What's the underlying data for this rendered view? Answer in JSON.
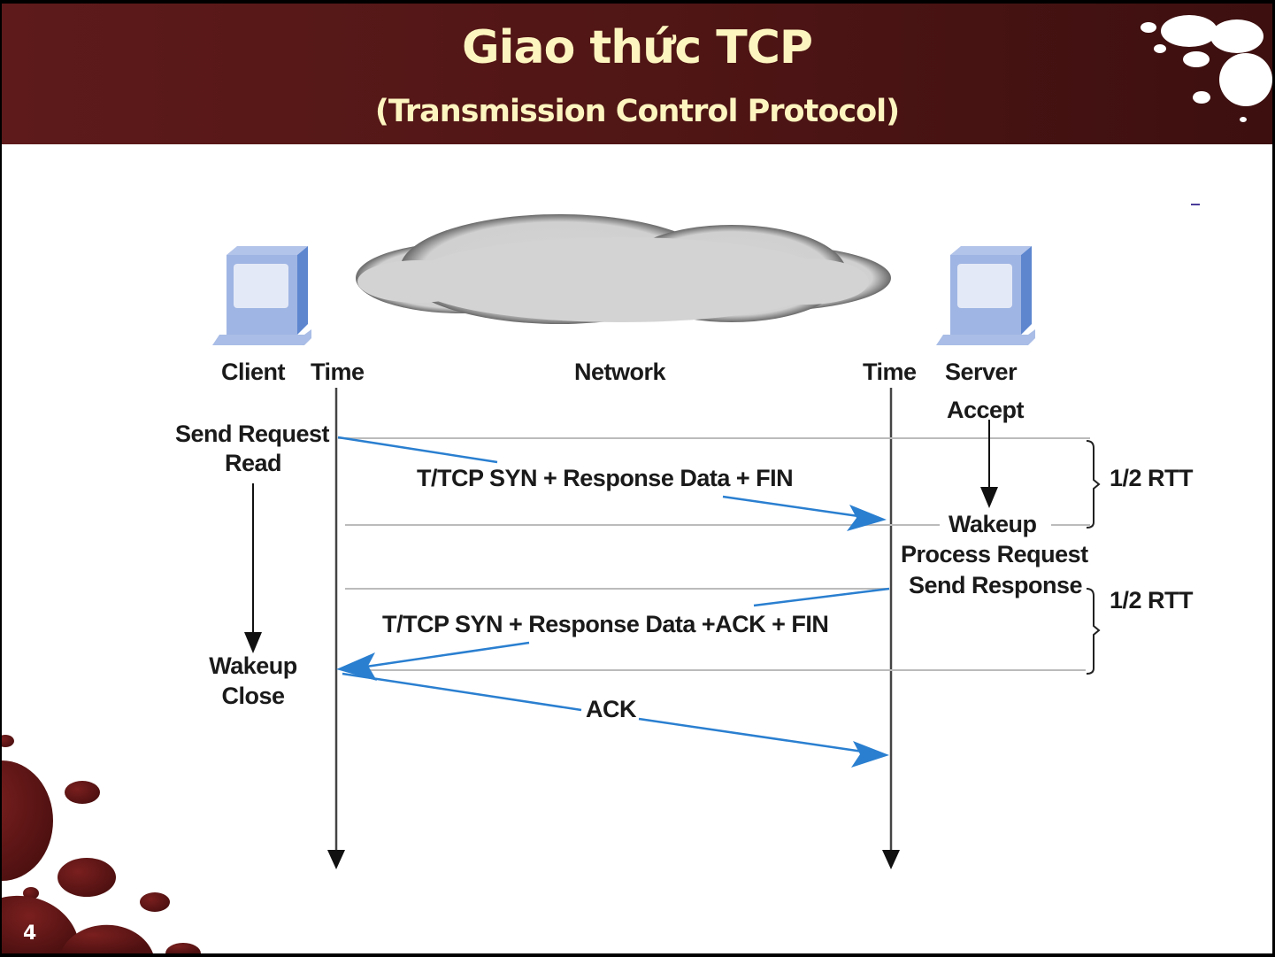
{
  "slide": {
    "title": "Giao thức TCP",
    "subtitle": "(Transmission Control Protocol)",
    "page_number": "4"
  },
  "colors": {
    "header_bg": "#5e1a1a",
    "title_text": "#fdf5c0",
    "arrow_blue": "#2a7fd0",
    "computer_blue": "#9fb5e3"
  },
  "diagram": {
    "client_label": "Client",
    "client_time_label": "Time",
    "network_label": "Network",
    "server_time_label": "Time",
    "server_label": "Server",
    "client_events": {
      "send_request": "Send Request",
      "read": "Read",
      "wakeup": "Wakeup",
      "close": "Close"
    },
    "server_events": {
      "accept": "Accept",
      "wakeup": "Wakeup",
      "process_request": "Process Request",
      "send_response": "Send Response"
    },
    "messages": [
      {
        "label": "T/TCP SYN + Response Data + FIN",
        "direction": "client-to-server"
      },
      {
        "label": "T/TCP SYN + Response Data +ACK + FIN",
        "direction": "server-to-client"
      },
      {
        "label": "ACK",
        "direction": "client-to-server"
      }
    ],
    "intervals": [
      {
        "label": "1/2 RTT"
      },
      {
        "label": "1/2 RTT"
      }
    ]
  }
}
